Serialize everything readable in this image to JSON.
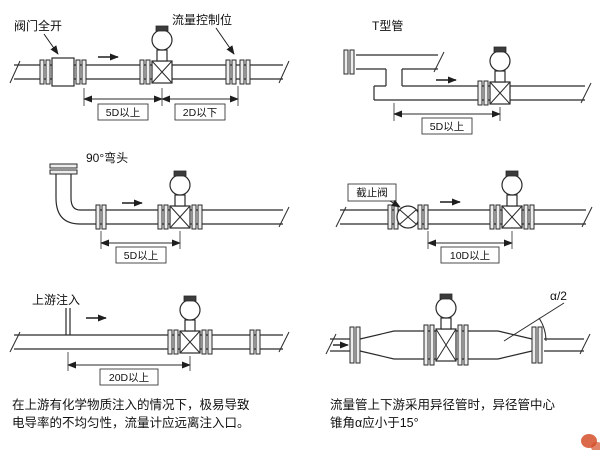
{
  "diagram": {
    "background": "#ffffff",
    "line_color": "#2a2a2a",
    "watermark_color": "#d4502a"
  },
  "panels": {
    "valve_open": {
      "title": "阀门全开",
      "annotation": "流量控制位",
      "dim_upstream": "5D以上",
      "dim_downstream": "2D以下"
    },
    "t_pipe": {
      "title": "T型管",
      "dim_upstream": "5D以上"
    },
    "elbow": {
      "title": "90°弯头",
      "dim_upstream": "5D以上"
    },
    "stop_valve": {
      "title": "截止阀",
      "dim_upstream": "10D以上"
    },
    "injection": {
      "title": "上游注入",
      "dim_upstream": "20D以上",
      "caption_line1": "在上游有化学物质注入的情况下，极易导致",
      "caption_line2": "电导率的不均匀性，流量计应远离注入口。"
    },
    "reducer": {
      "angle_label": "α/2",
      "caption_line1": "流量管上下游采用异径管时，异径管中心",
      "caption_line2": "锥角α应小于15°"
    }
  }
}
